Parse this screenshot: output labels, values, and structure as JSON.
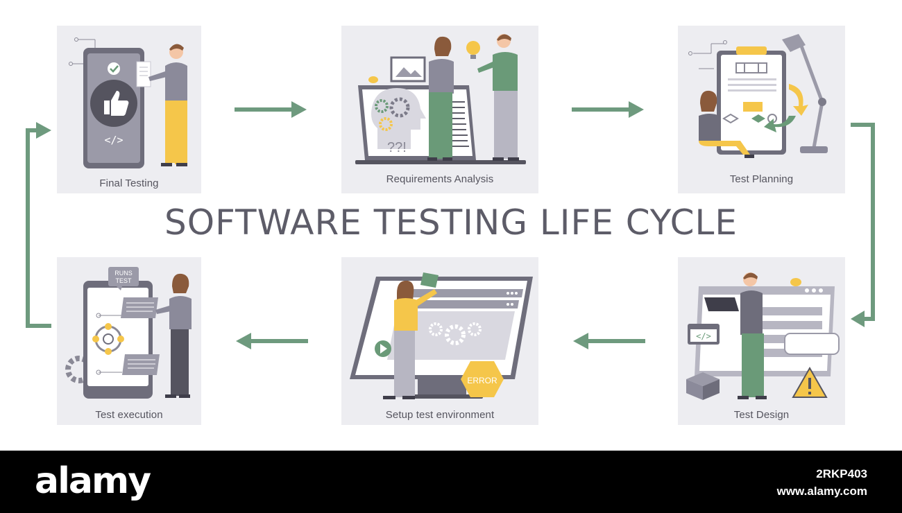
{
  "title": "SOFTWARE TESTING LIFE CYCLE",
  "stages": {
    "final_testing": "Final Testing",
    "requirements_analysis": "Requirements Analysis",
    "test_planning": "Test Planning",
    "test_execution": "Test execution",
    "setup_environment": "Setup test environment",
    "test_design": "Test Design"
  },
  "illustration_text": {
    "runs_test_line1": "RUNS",
    "runs_test_line2": "TEST",
    "error": "ERROR",
    "code_tag": "</>",
    "question_marks": "??!"
  },
  "footer": {
    "brand": "alamy",
    "image_id": "2RKP403",
    "url": "www.alamy.com"
  },
  "colors": {
    "arrow": "#6e9a7e",
    "card_bg": "#ededf1",
    "title": "#5d5c68",
    "accent_yellow": "#f5c64a",
    "accent_green": "#6a9a78"
  }
}
